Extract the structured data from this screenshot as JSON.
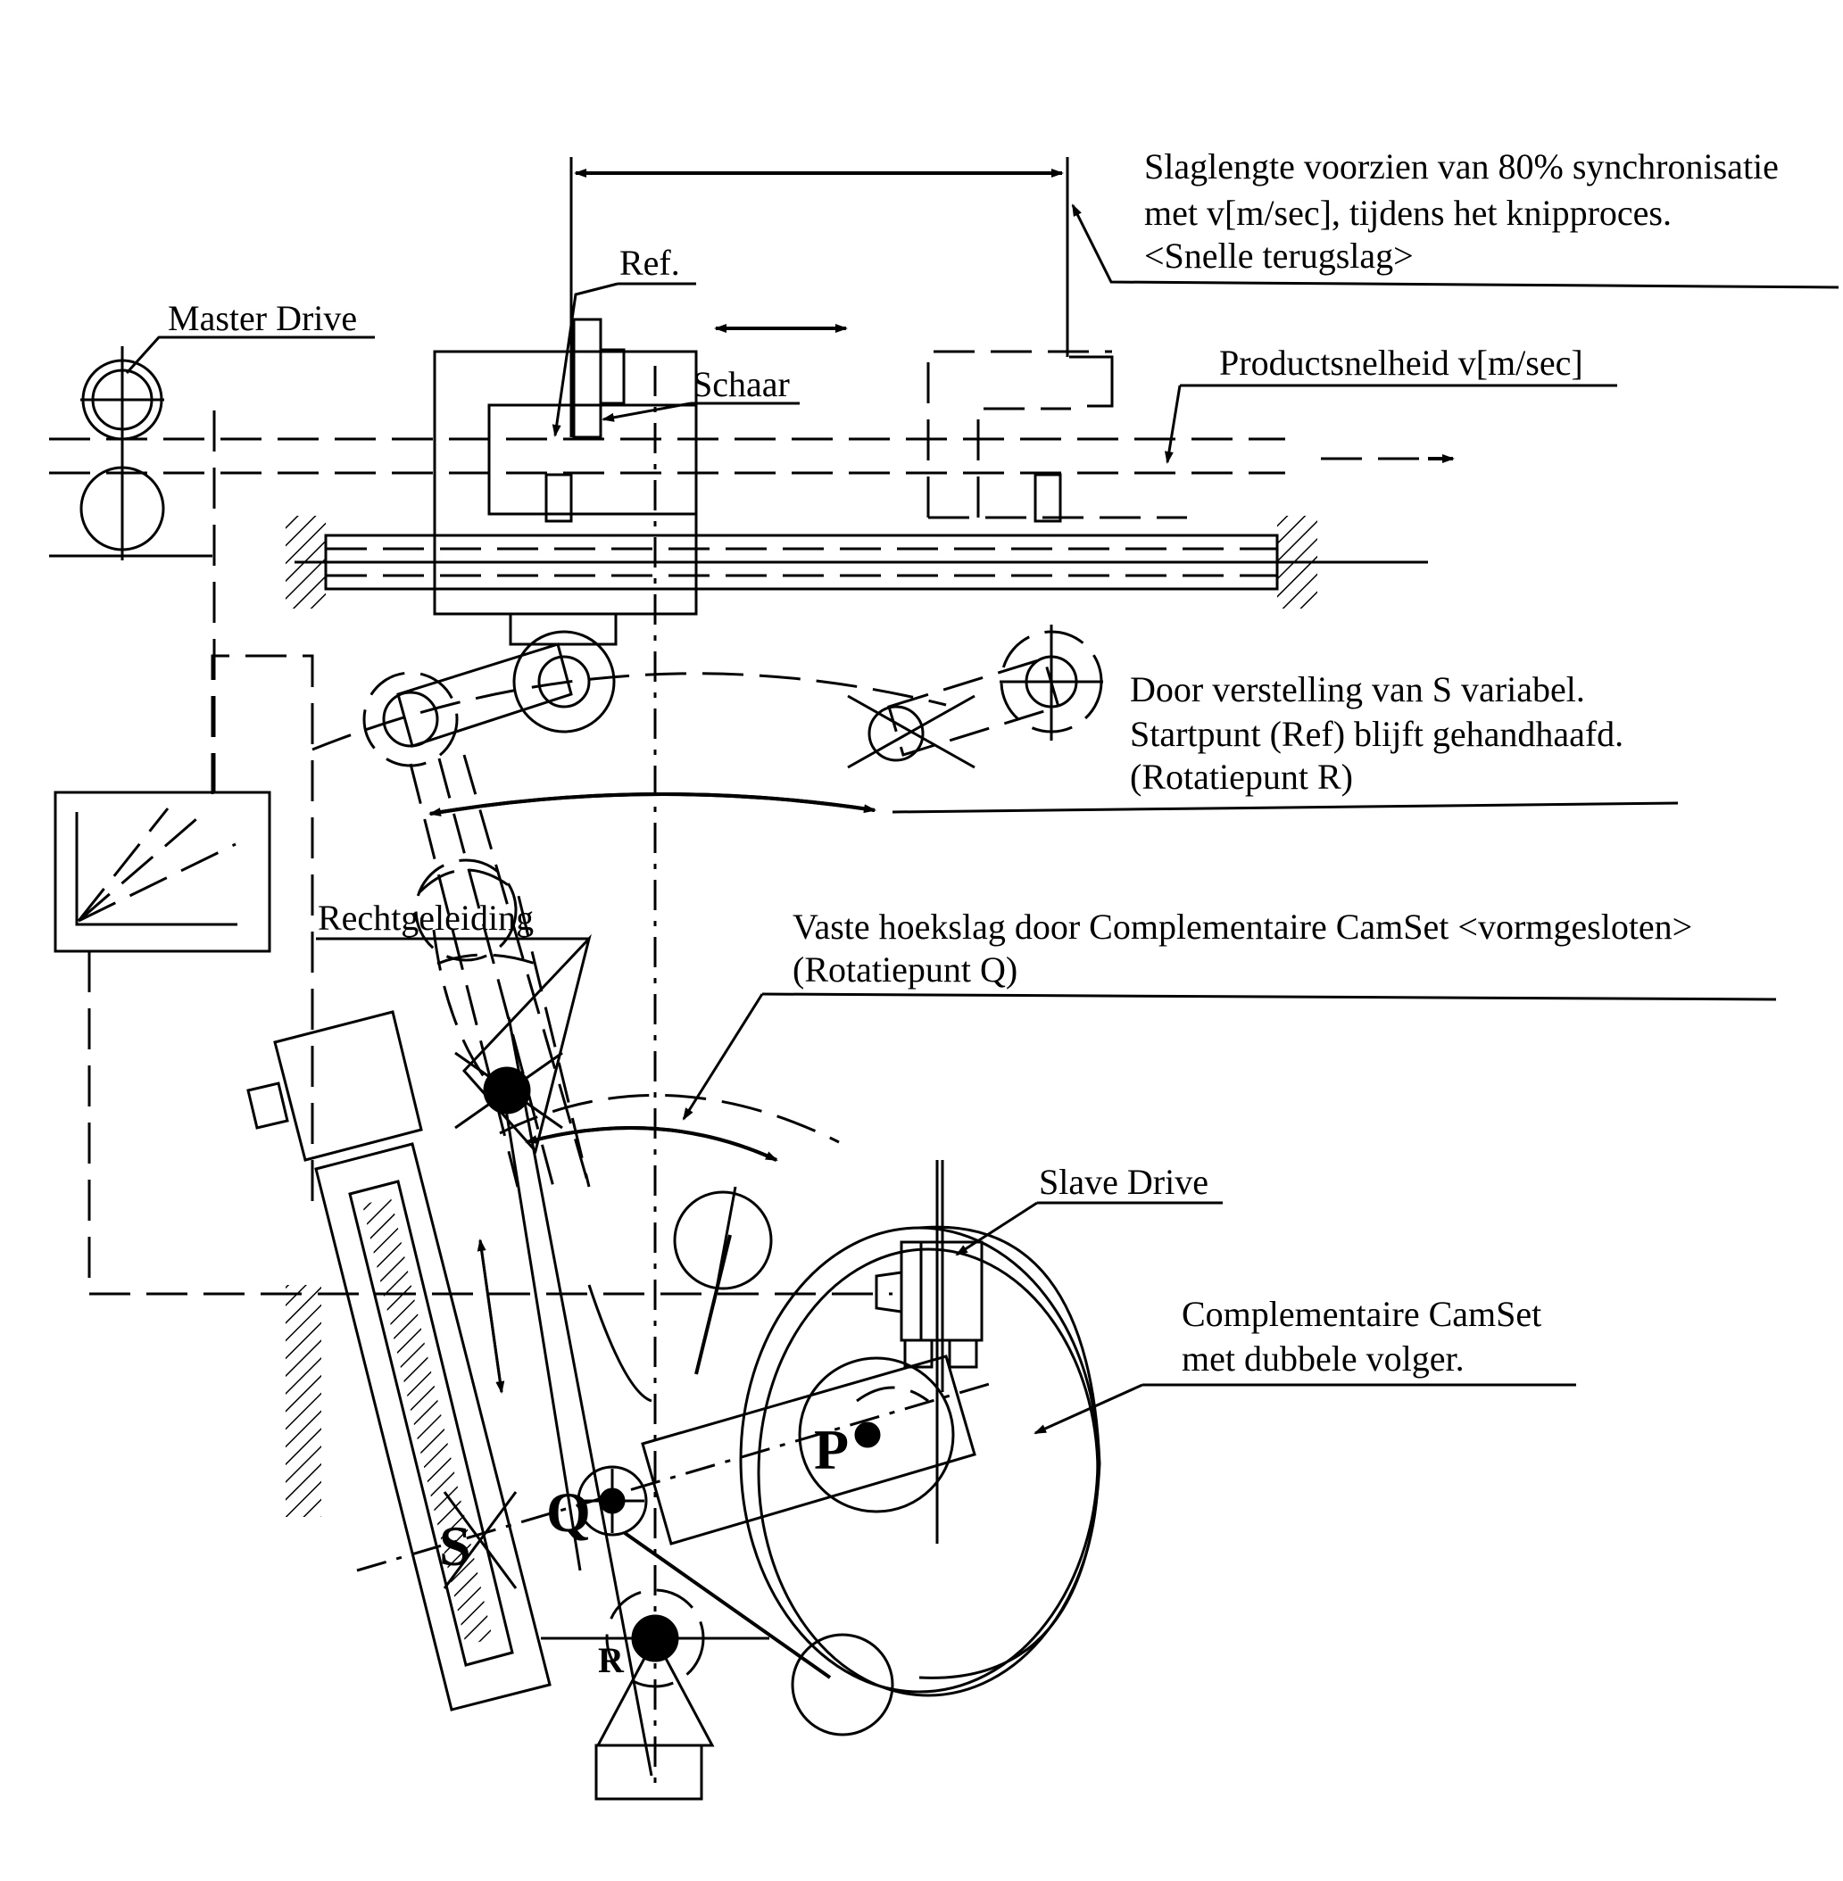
{
  "labels": {
    "stroke_note_1": "Slaglengte voorzien van 80% synchronisatie",
    "stroke_note_2": "met v[m/sec], tijdens het knipproces.",
    "stroke_note_3": "<Snelle terugslag>",
    "ref": "Ref.",
    "master_drive": "Master Drive",
    "schaar": "Schaar",
    "product_speed": "Productsnelheid v[m/sec]",
    "adjust_note_1": "Door verstelling van S variabel.",
    "adjust_note_2": "Startpunt (Ref) blijft gehandhaafd.",
    "adjust_note_3": "(Rotatiepunt R)",
    "rechtgeleiding": "Rechtgeleiding",
    "angle_note_1": "Vaste hoekslag door Complementaire CamSet <vormgesloten>",
    "angle_note_2": "(Rotatiepunt Q)",
    "slave_drive": "Slave Drive",
    "camset_1": "Complementaire CamSet",
    "camset_2": "met dubbele volger.",
    "point_p": "P",
    "point_q": "Q",
    "point_s": "S",
    "point_r": "R"
  },
  "colors": {
    "line": "#000000",
    "background": "#ffffff"
  }
}
